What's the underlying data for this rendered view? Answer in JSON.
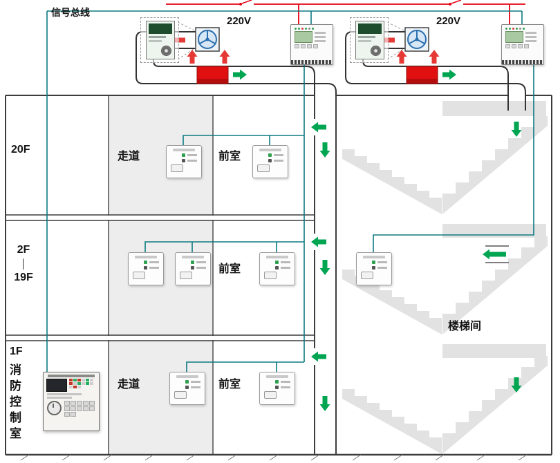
{
  "labels": {
    "signal_bus": "信号总线",
    "voltage_left": "220V",
    "voltage_right": "220V",
    "floor_20": "20F",
    "floor_2": "2F",
    "floor_range_sep": "│",
    "floor_19": "19F",
    "floor_1": "1F",
    "fire_control_room": "消防控制室",
    "corridor_20f": "走道",
    "corridor_1f": "走道",
    "front_room_20f": "前室",
    "front_room_mid": "前室",
    "front_room_1f": "前室",
    "stairwell": "楼梯间"
  },
  "colors": {
    "signal_line": "#0b7a80",
    "power_line": "#e60012",
    "airflow_green": "#00a551",
    "fan_arrow_red": "#e53935",
    "damper_red": "#e01010",
    "fan_blue": "#2a6fb0",
    "wall": "#3c3c3c",
    "corridor_fill": "#ededed",
    "stair_fill": "#e2e2e2"
  }
}
